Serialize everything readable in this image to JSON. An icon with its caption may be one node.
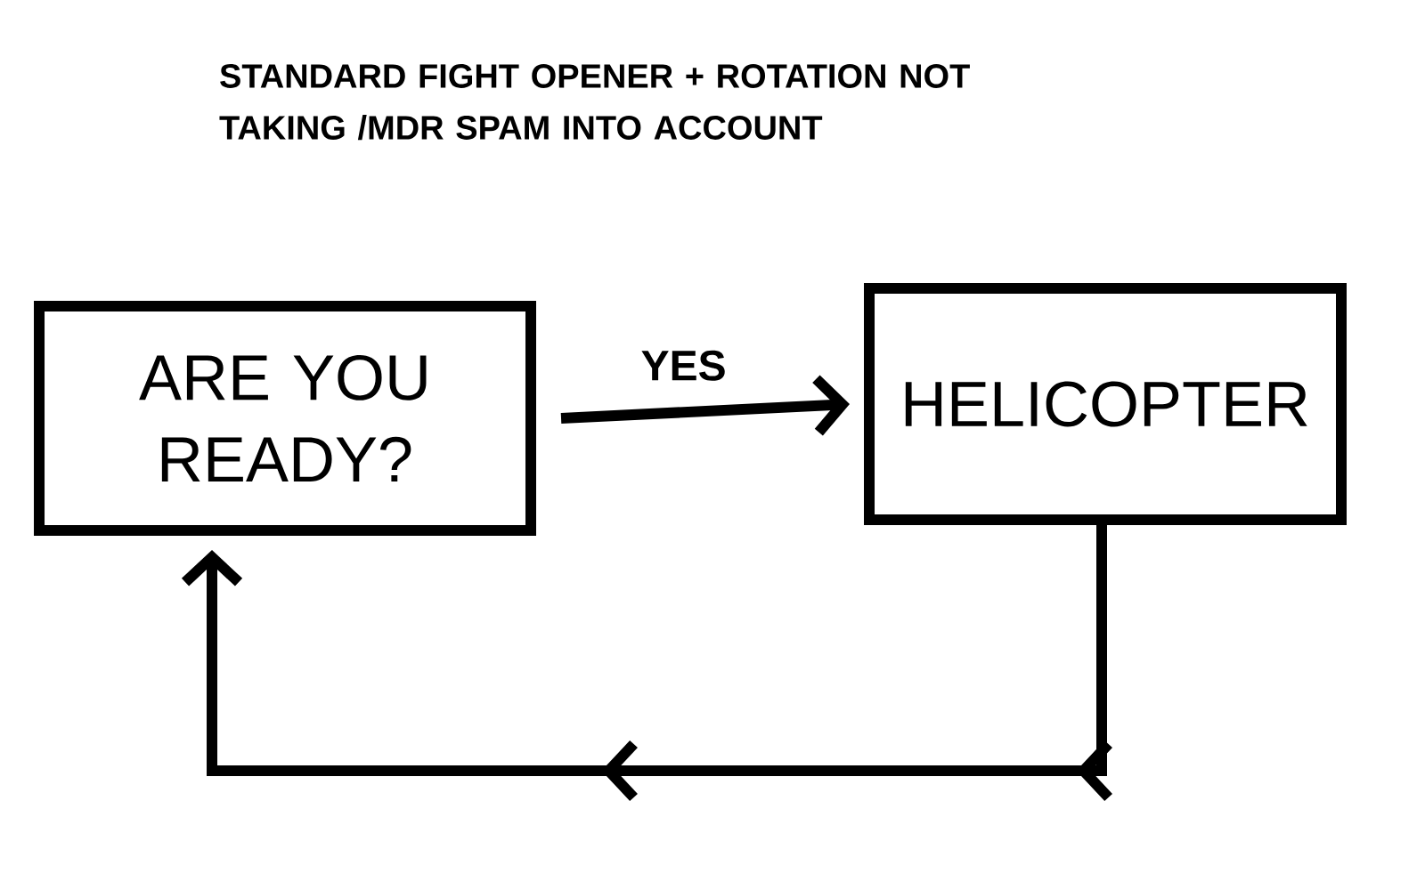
{
  "diagram": {
    "title": "STANDARD FIGHT OPENER + ROTATION NOT TAKING /MDR SPAM INTO ACCOUNT",
    "nodes": [
      {
        "text": [
          "ARE YOU READY?"
        ]
      },
      {
        "text": [
          "HELICOPTER"
        ]
      }
    ],
    "edges": [
      {
        "from": 0,
        "to": 1,
        "arrow": "to",
        "label": "YES"
      },
      {
        "from": 1,
        "to": 0,
        "arrow": "to"
      }
    ]
  }
}
